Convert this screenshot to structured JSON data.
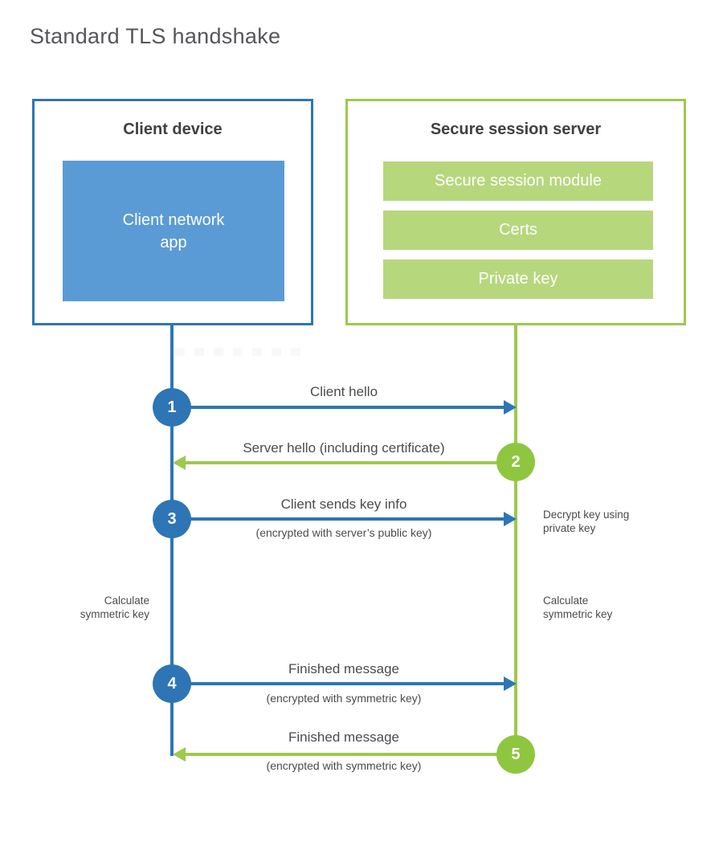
{
  "page": {
    "title": "Standard TLS handshake"
  },
  "colors": {
    "blue": "#2e75b6",
    "blue_fill": "#5b9bd5",
    "green_line": "#9dc94d",
    "green_solid": "#8ec63f",
    "green_fill": "#b7d77d",
    "text_dark": "#3f4043",
    "text_gray": "#4a4b4d",
    "title_gray": "#55565a"
  },
  "client": {
    "title": "Client device",
    "app_label": [
      "Client network",
      "app"
    ]
  },
  "server": {
    "title": "Secure session server",
    "modules": [
      "Secure session module",
      "Certs",
      "Private key"
    ]
  },
  "steps": [
    {
      "num": "1",
      "from": "client",
      "direction": "right",
      "label": "Client hello",
      "sublabel": ""
    },
    {
      "num": "2",
      "from": "server",
      "direction": "left",
      "label": "Server hello (including certificate)",
      "sublabel": ""
    },
    {
      "num": "3",
      "from": "client",
      "direction": "right",
      "label": "Client sends key info",
      "sublabel": "(encrypted with server’s public key)"
    },
    {
      "num": "4",
      "from": "client",
      "direction": "right",
      "label": "Finished message",
      "sublabel": "(encrypted with symmetric key)"
    },
    {
      "num": "5",
      "from": "server",
      "direction": "left",
      "label": "Finished message",
      "sublabel": "(encrypted with symmetric key)"
    }
  ],
  "notes": {
    "decrypt": [
      "Decrypt key using",
      "private key"
    ],
    "calc_left": [
      "Calculate",
      "symmetric key"
    ],
    "calc_right": [
      "Calculate",
      "symmetric key"
    ]
  }
}
